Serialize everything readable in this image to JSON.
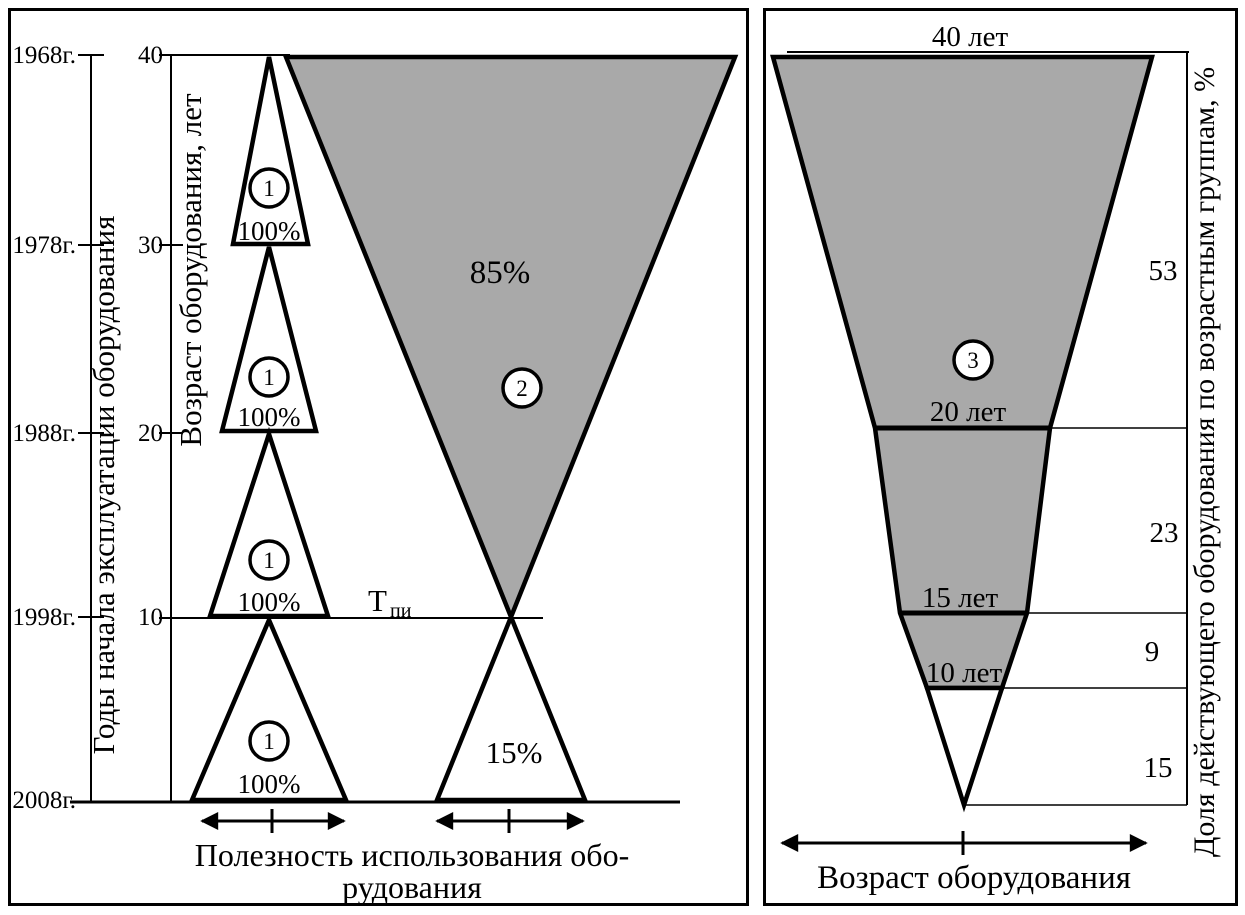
{
  "left_panel": {
    "year_axis_title": "Годы начала эксплуатации оборудования",
    "age_axis_title": "Возраст оборудования, лет",
    "years": [
      "1968г.",
      "1978г.",
      "1988г.",
      "1998г.",
      "2008г."
    ],
    "ages": [
      "40",
      "30",
      "20",
      "10"
    ],
    "triangles": [
      {
        "marker": "1",
        "label": "100%"
      },
      {
        "marker": "1",
        "label": "100%"
      },
      {
        "marker": "1",
        "label": "100%"
      },
      {
        "marker": "1",
        "label": "100%"
      }
    ],
    "wear_zone": {
      "marker": "2",
      "label": "85%"
    },
    "residual_zone": {
      "label": "15%"
    },
    "t_pi": {
      "base": "Т",
      "sub": "пи"
    },
    "caption": [
      "Полезность использования обо-",
      "рудования"
    ]
  },
  "right_panel": {
    "marker": "3",
    "levels": [
      {
        "age": "40 лет",
        "share": "53"
      },
      {
        "age": "20 лет",
        "share": "23"
      },
      {
        "age": "15 лет",
        "share": "9"
      },
      {
        "age": "10 лет",
        "share": "15"
      }
    ],
    "y_axis_title": "Доля действующего оборудования по возрастным группам, %",
    "caption": "Возраст оборудования"
  },
  "colors": {
    "area_fill": "#a9a9a9",
    "line": "#000000",
    "background": "#ffffff"
  },
  "chart_data": [
    {
      "panel": "left",
      "type": "area",
      "year_axis_ticks": [
        "1968г.",
        "1978г.",
        "1988г.",
        "1998г.",
        "2008г."
      ],
      "age_axis_label": "Возраст оборудования, лет",
      "age_axis_ticks": [
        40,
        30,
        20,
        10
      ],
      "x_axis_label": "Полезность использования оборудования",
      "zones": [
        {
          "marker": "1",
          "value_pct": 100,
          "count": 4
        },
        {
          "marker": "2",
          "value_pct": 85
        },
        {
          "value_pct": 15
        }
      ],
      "annotation": "Тпи"
    },
    {
      "panel": "right",
      "type": "area",
      "marker": "3",
      "x_axis_label": "Возраст оборудования",
      "y_axis_label": "Доля действующего оборудования по возрастным группам, %",
      "segments": [
        {
          "age_boundary": "40 лет",
          "share_pct": 53
        },
        {
          "age_boundary": "20 лет",
          "share_pct": 23
        },
        {
          "age_boundary": "15 лет",
          "share_pct": 9
        },
        {
          "age_boundary": "10 лет",
          "share_pct": 15
        }
      ]
    }
  ]
}
